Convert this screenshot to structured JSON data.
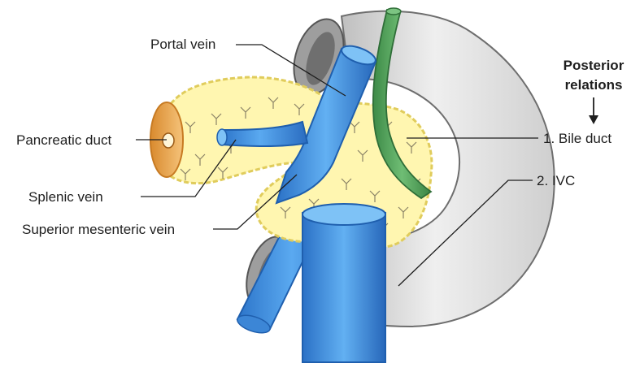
{
  "labels": {
    "portal_vein": "Portal vein",
    "pancreatic_duct": "Pancreatic duct",
    "splenic_vein": "Splenic vein",
    "superior_mesenteric_vein": "Superior mesenteric vein",
    "bile_duct": "1. Bile duct",
    "ivc": "2. IVC"
  },
  "posterior_header": {
    "line1": "Posterior",
    "line2": "relations"
  },
  "colors": {
    "vein_blue": "#3b8fe0",
    "vein_blue_dark": "#1f5fae",
    "pancreas_yellow": "#fff7b8",
    "pancreas_outline": "#e6d46a",
    "duodenum_gray": "#d9d9d9",
    "bile_duct_green": "#4c9a55",
    "duct_orange": "#e9a64c"
  }
}
